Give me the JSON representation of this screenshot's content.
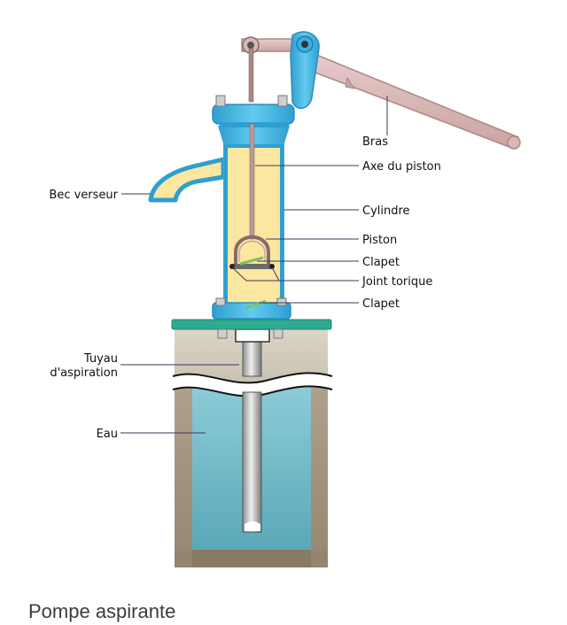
{
  "caption": "Pompe aspirante",
  "labels": {
    "bras": "Bras",
    "axe_piston": "Axe du piston",
    "bec_verseur": "Bec verseur",
    "cylindre": "Cylindre",
    "piston": "Piston",
    "clapet_haut": "Clapet",
    "joint_torique": "Joint torique",
    "clapet_bas": "Clapet",
    "tuyau_line1": "Tuyau",
    "tuyau_line2": "d'aspiration",
    "eau": "Eau"
  },
  "colors": {
    "pump_body": "#43b6e2",
    "cylinder_fill": "#fbe7a0",
    "handle": "#d9b7b5",
    "handle_stroke": "#a98886",
    "base_plate": "#2daa8f",
    "well_outer": "#b4aa9a",
    "well_wall": "#8a7a64",
    "water": "#6ab6c6",
    "pipe": "#c8c8c8"
  }
}
